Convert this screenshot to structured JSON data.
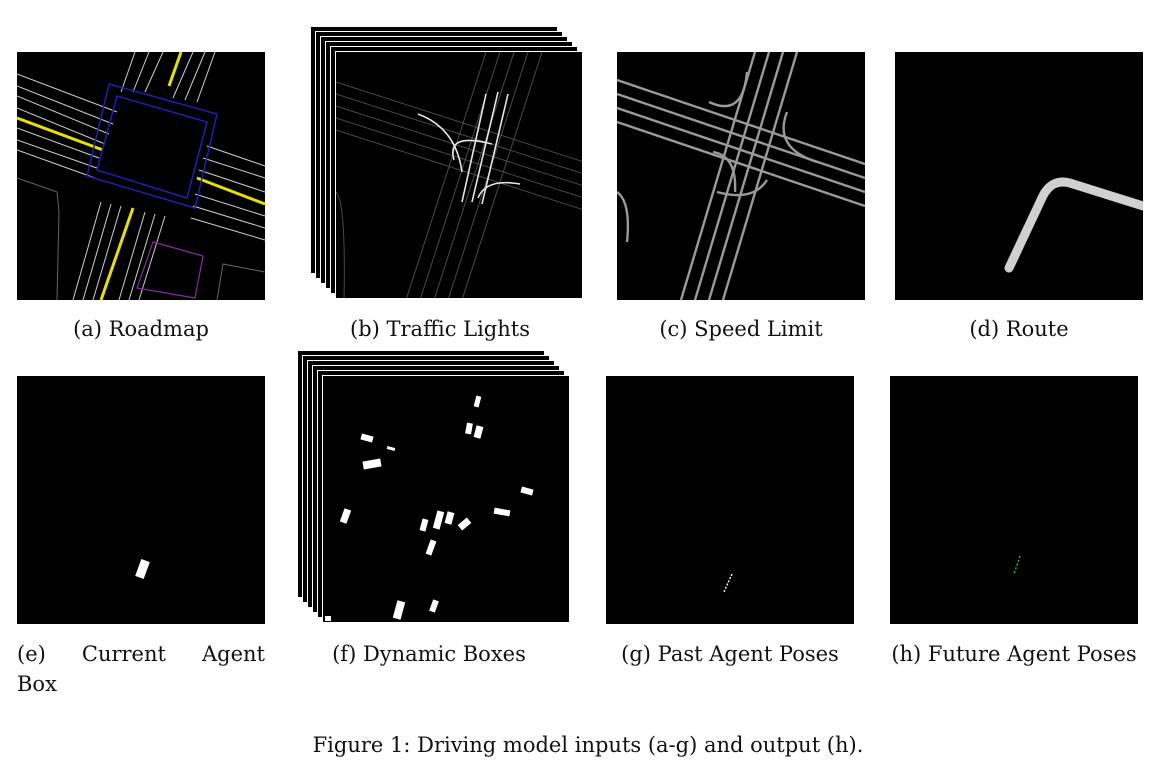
{
  "panels": [
    {
      "id": "a",
      "caption": "(a) Roadmap"
    },
    {
      "id": "b",
      "caption": "(b) Traffic Lights"
    },
    {
      "id": "c",
      "caption": "(c) Speed Limit"
    },
    {
      "id": "d",
      "caption": "(d) Route"
    },
    {
      "id": "e",
      "caption_words": [
        "(e)",
        "Current",
        "Agent"
      ],
      "caption_line2": "Box"
    },
    {
      "id": "f",
      "caption": "(f) Dynamic Boxes"
    },
    {
      "id": "g",
      "caption": "(g) Past Agent Poses"
    },
    {
      "id": "h",
      "caption": "(h) Future Agent Poses"
    }
  ],
  "figure_caption": "Figure 1: Driving model inputs (a-g) and output (h).",
  "colors": {
    "background": "#000000",
    "lane_white": "#dddddd",
    "lane_yellow": "#e8e000",
    "crosswalk_blue": "#2020b0",
    "zone_purple": "#8a2aa8",
    "speed_gray": "#9a9a9a",
    "route_gray": "#d0d0d0",
    "future_green": "#2ecc40"
  }
}
